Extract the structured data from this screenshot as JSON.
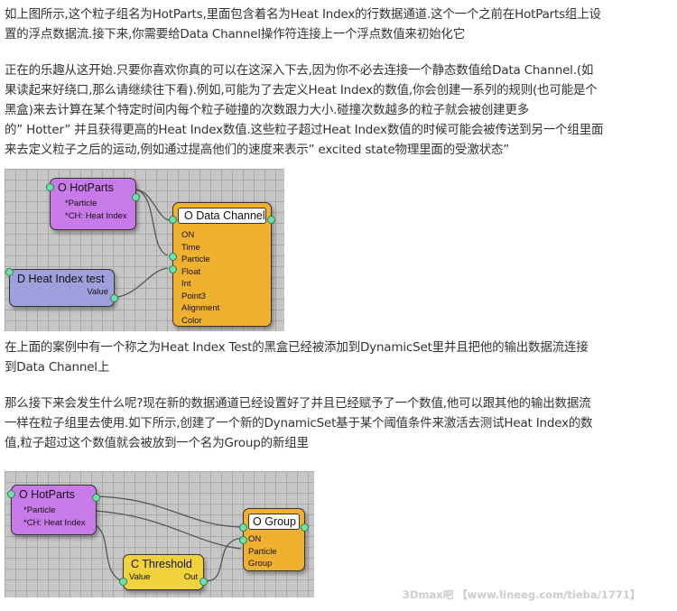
{
  "paragraphs": {
    "p1": [
      "如上图所示,这个粒子组名为HotParts,里面包含着名为Heat Index的行数据通道.这个一个之前在HotParts组上设",
      "置的浮点数据流.接下来,你需要给Data Channel操作符连接上一个浮点数值来初始化它"
    ],
    "p2": [
      "正在的乐趣从这开始.只要你喜欢你真的可以在这深入下去,因为你不必去连接一个静态数值给Data Channel.(如",
      "果读起来好绕口,那么请继续往下看).例如,可能为了去定义Heat Index的数值,你会创建一系列的规则(也可能是个",
      "黑盒)来去计算在某个特定时间内每个粒子碰撞的次数跟力大小.碰撞次数越多的粒子就会被创建更多",
      "的” Hotter” 并且获得更高的Heat Index数值.这些粒子超过Heat Index数值的时候可能会被传送到另一个组里面",
      "来去定义粒子之后的运动,例如通过提高他们的速度来表示” excited state物理里面的受激状态”"
    ],
    "p3": [
      "在上面的案例中有一个称之为Heat Index Test的黑盒已经被添加到DynamicSet里并且把他的输出数据流连接",
      "到Data Channel上"
    ],
    "p4": [
      "那么接下来会发生什么呢?现在新的数据通道已经设置好了并且已经赋予了一个数值,他可以跟其他的输出数据流",
      "一样在粒子组里去使用.如下所示,创建了一个新的DynamicSet基于某个阈值条件来激活去测试Heat Index的数",
      "值,粒子超过这个数值就会被放到一个名为Group的新组里"
    ]
  },
  "diagram1": {
    "hotparts": {
      "title": "O HotParts",
      "rows": [
        "*Particle",
        "*CH: Heat Index"
      ]
    },
    "data_channel": {
      "title": "O Data Channel",
      "rows": [
        "ON",
        "Time",
        "Particle",
        "Float",
        "Int",
        "Point3",
        "Alignment",
        "Color"
      ]
    },
    "heat_index_test": {
      "title": "D Heat Index test",
      "output": "Value"
    }
  },
  "diagram2": {
    "hotparts": {
      "title": "O HotParts",
      "rows": [
        "*Particle",
        "*CH: Heat Index"
      ]
    },
    "group": {
      "title": "O Group",
      "rows": [
        "ON",
        "Particle",
        "Group"
      ]
    },
    "threshold": {
      "title": "C Threshold",
      "input": "Value",
      "output": "Out"
    }
  },
  "watermark": "3Dmax吧 【www.lineeg.com/tieba/1771】",
  "colors": {
    "purple_node": "#c87ae8",
    "orange_node": "#f0b030",
    "lavender_node": "#9f9fdd",
    "yellow_node": "#f1d23a",
    "port": "#6fe0a8",
    "grid_bg": "#c6c6c6"
  }
}
